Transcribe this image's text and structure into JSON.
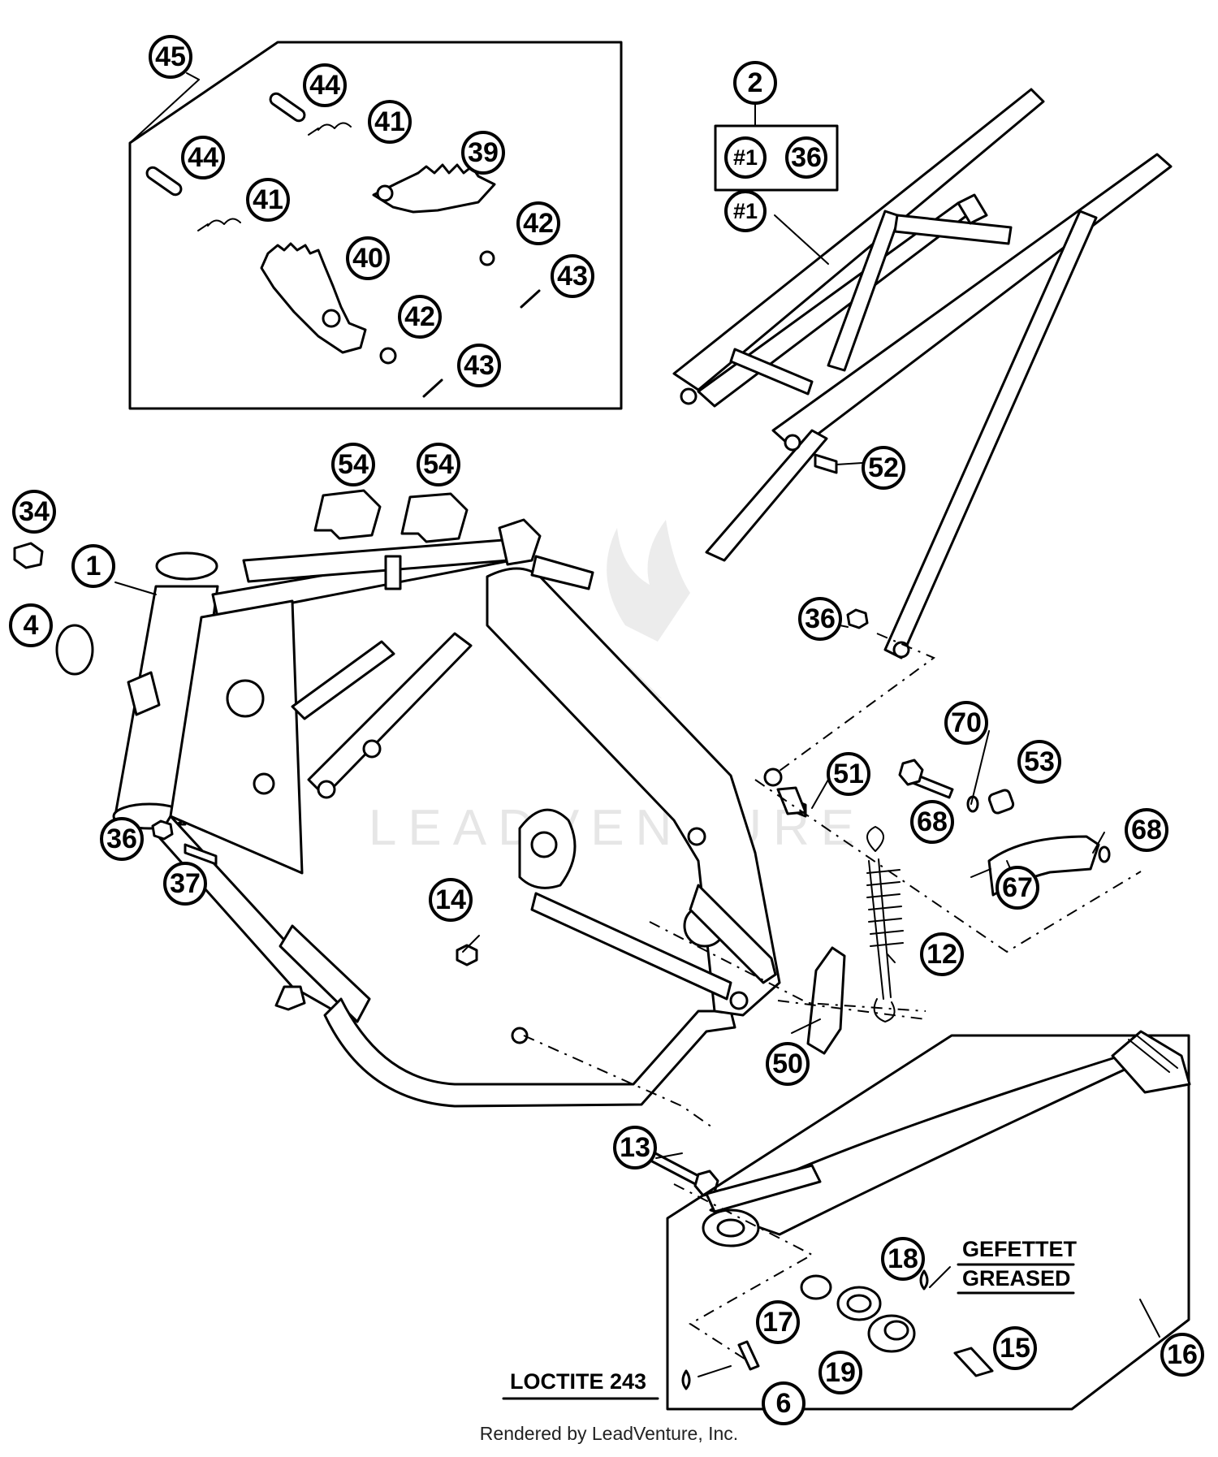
{
  "diagram": {
    "watermark": "LEADVENTURE",
    "footer": "Rendered by LeadVenture, Inc.",
    "notes": {
      "gefettet": "GEFETTET",
      "greased": "GREASED",
      "loctite": "LOCTITE 243"
    },
    "callouts": {
      "c45": "45",
      "c44a": "44",
      "c44b": "44",
      "c41a": "41",
      "c41b": "41",
      "c39": "39",
      "c40": "40",
      "c42a": "42",
      "c42b": "42",
      "c43a": "43",
      "c43b": "43",
      "c2": "2",
      "c1sub": "#1",
      "c36sub": "36",
      "c1": "#1",
      "c52": "52",
      "c54a": "54",
      "c54b": "54",
      "c34": "34",
      "c1frame": "1",
      "c4": "4",
      "c36b": "36",
      "c36c": "36",
      "c37": "37",
      "c14": "14",
      "c51": "51",
      "c70": "70",
      "c53": "53",
      "c68a": "68",
      "c68b": "68",
      "c67": "67",
      "c12": "12",
      "c50": "50",
      "c13": "13",
      "c18": "18",
      "c17": "17",
      "c19": "19",
      "c15": "15",
      "c6": "6",
      "c16": "16"
    }
  }
}
